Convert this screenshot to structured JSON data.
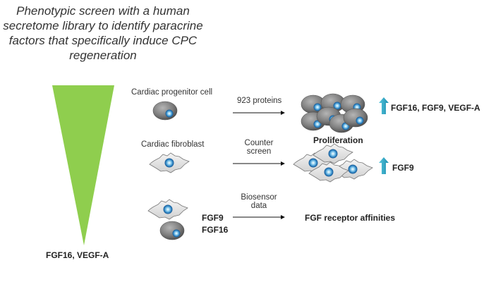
{
  "title": "Phenotypic screen with a human secretome library to identify paracrine factors that specifically induce CPC regeneration",
  "funnel": {
    "bottom_label": "FGF16, VEGF-A",
    "color": "#8fce4e"
  },
  "rows": [
    {
      "cell_label": "Cardiac progenitor cell",
      "arrow_label": "923 proteins",
      "result_label": "Proliferation",
      "upregulated": "FGF16, FGF9, VEGF-A"
    },
    {
      "cell_label": "Cardiac fibroblast",
      "arrow_label_line1": "Counter",
      "arrow_label_line2": "screen",
      "upregulated": "FGF9"
    },
    {
      "arrow_label_line1": "Biosensor",
      "arrow_label_line2": "data",
      "factors_line1": "FGF9",
      "factors_line2": "FGF16",
      "result_label": "FGF receptor affinities"
    }
  ],
  "colors": {
    "up_arrow": "#2aa6c4",
    "cpc_cell": "#8a8a8a",
    "fibroblast": "#e3e3e3",
    "nucleus": "#1f6fb0"
  }
}
